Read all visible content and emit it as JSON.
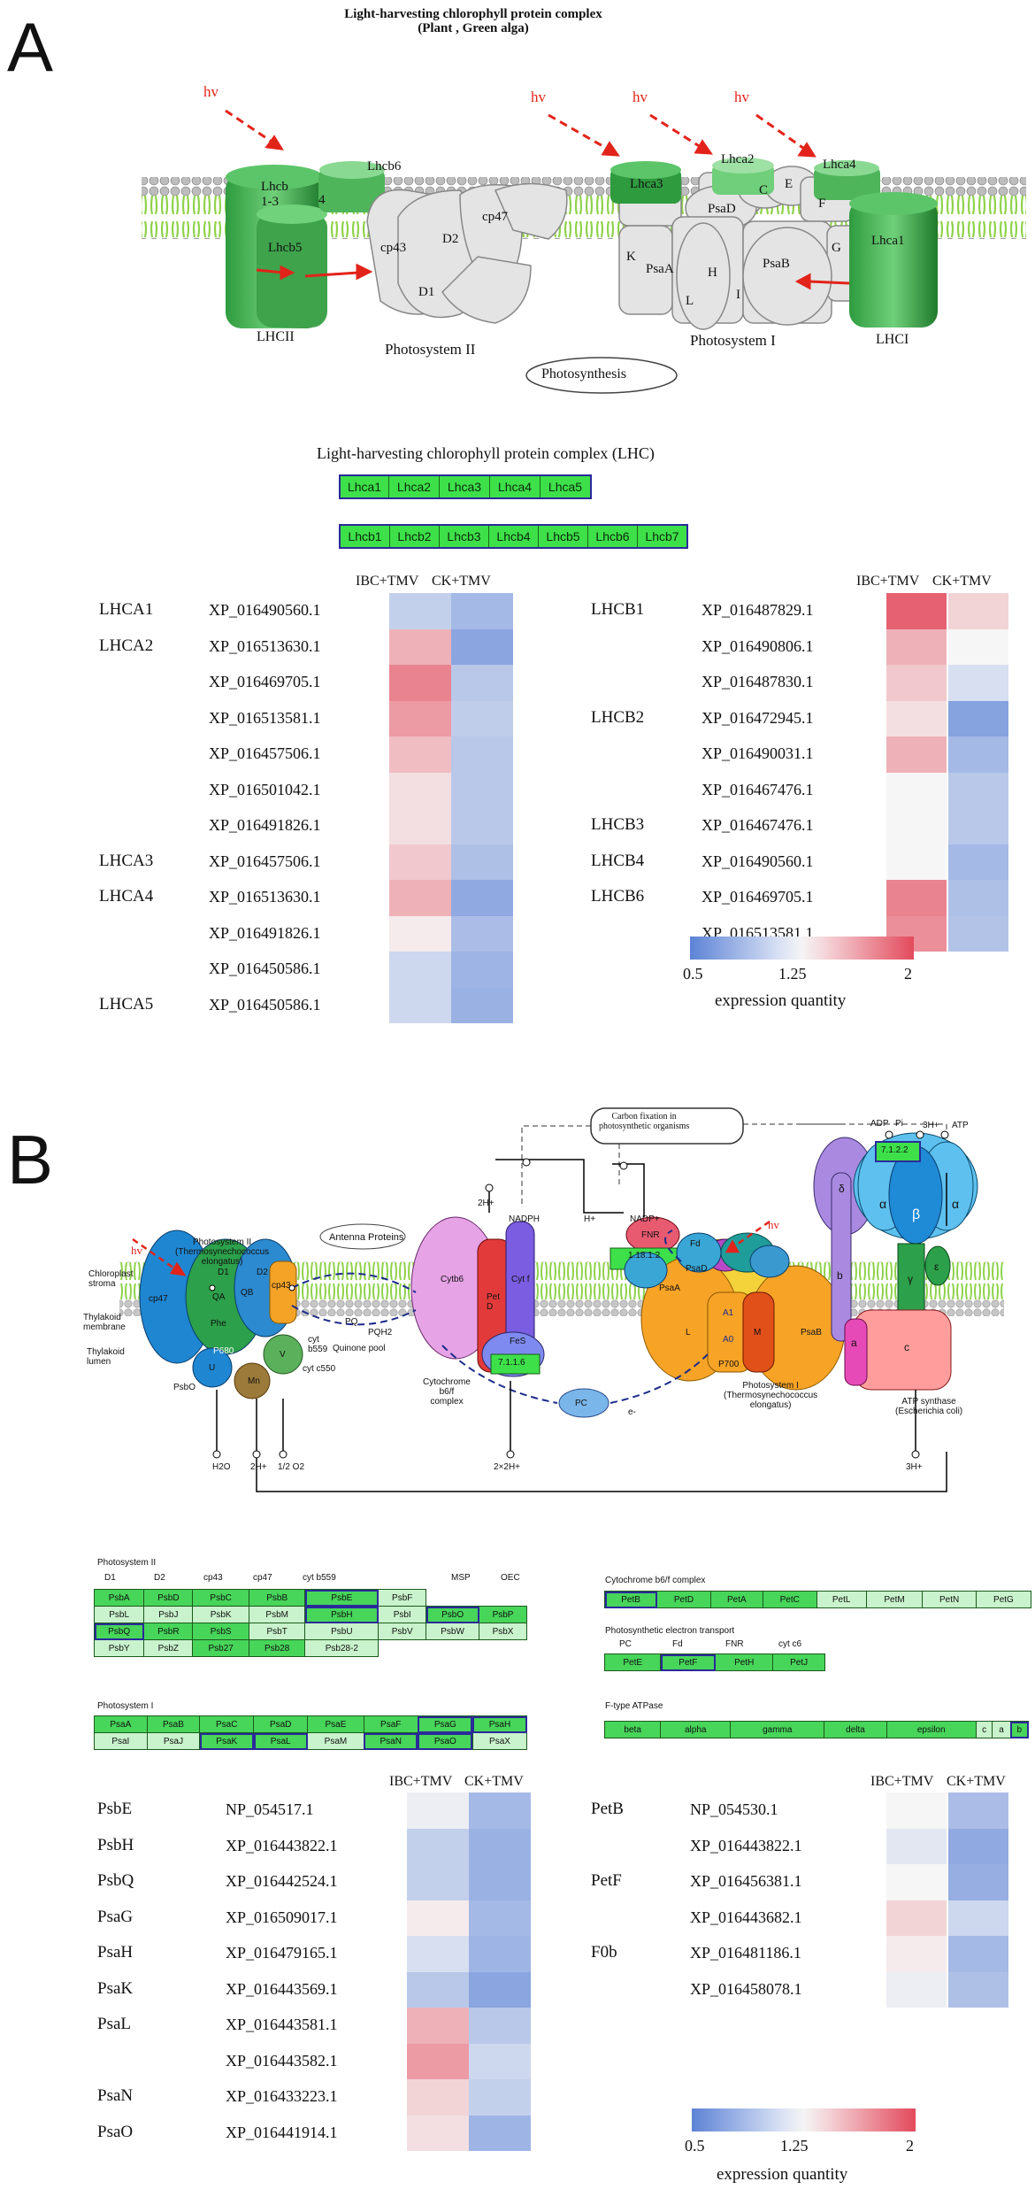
{
  "panelA": {
    "letter": "A",
    "title_line1": "Light-harvesting chlorophyll protein complex",
    "title_line2": "(Plant , Green alga)",
    "hv": "hv",
    "labels": {
      "lhcb13": "Lhcb\n1-3",
      "lhcb5": "Lhcb5",
      "lhcb6": "Lhcb6",
      "four": "4",
      "cp43": "cp43",
      "cp47": "cp47",
      "d1": "D1",
      "d2": "D2",
      "lhca3": "Lhca3",
      "lhca2": "Lhca2",
      "lhca4": "Lhca4",
      "lhca1": "Lhca1",
      "psad": "PsaD",
      "c": "C",
      "e": "E",
      "f": "F",
      "k": "K",
      "psaa": "PsaA",
      "h": "H",
      "psab": "PsaB",
      "l": "L",
      "i": "I",
      "g": "G",
      "lhcii": "LHCII",
      "ps2": "Photosystem II",
      "ps1": "Photosystem I",
      "lhci": "LHCI",
      "photosynthesis": "Photosynthesis"
    },
    "lhc_title": "Light-harvesting chlorophyll protein complex (LHC)",
    "lhca_row": [
      "Lhca1",
      "Lhca2",
      "Lhca3",
      "Lhca4",
      "Lhca5"
    ],
    "lhcb_row": [
      "Lhcb1",
      "Lhcb2",
      "Lhcb3",
      "Lhcb4",
      "Lhcb5",
      "Lhcb6",
      "Lhcb7"
    ],
    "col_headers": [
      "IBC+TMV",
      "CK+TMV"
    ],
    "left_heatmap": [
      {
        "gene": "LHCA1",
        "acc": "XP_016490560.1",
        "ibc": 1.0,
        "ck": 0.85
      },
      {
        "gene": "LHCA2",
        "acc": "XP_016513630.1",
        "ibc": 1.55,
        "ck": 0.72
      },
      {
        "gene": "",
        "acc": "XP_016469705.1",
        "ibc": 1.75,
        "ck": 0.95
      },
      {
        "gene": "",
        "acc": "XP_016513581.1",
        "ibc": 1.65,
        "ck": 0.98
      },
      {
        "gene": "",
        "acc": "XP_016457506.1",
        "ibc": 1.5,
        "ck": 0.95
      },
      {
        "gene": "",
        "acc": "XP_016501042.1",
        "ibc": 1.35,
        "ck": 0.95
      },
      {
        "gene": "",
        "acc": "XP_016491826.1",
        "ibc": 1.35,
        "ck": 0.95
      },
      {
        "gene": "LHCA3",
        "acc": "XP_016457506.1",
        "ibc": 1.45,
        "ck": 0.9
      },
      {
        "gene": "LHCA4",
        "acc": "XP_016513630.1",
        "ibc": 1.55,
        "ck": 0.75
      },
      {
        "gene": "",
        "acc": "XP_016491826.1",
        "ibc": 1.3,
        "ck": 0.88
      },
      {
        "gene": "",
        "acc": "XP_016450586.1",
        "ibc": 1.05,
        "ck": 0.82
      },
      {
        "gene": "LHCA5",
        "acc": "XP_016450586.1",
        "ibc": 1.05,
        "ck": 0.8
      }
    ],
    "right_heatmap": [
      {
        "gene": "LHCB1",
        "acc": "XP_016487829.1",
        "ibc": 1.9,
        "ck": 1.4
      },
      {
        "gene": "",
        "acc": "XP_016490806.1",
        "ibc": 1.55,
        "ck": 1.25
      },
      {
        "gene": "",
        "acc": "XP_016487830.1",
        "ibc": 1.45,
        "ck": 1.1
      },
      {
        "gene": "LHCB2",
        "acc": "XP_016472945.1",
        "ibc": 1.35,
        "ck": 0.7
      },
      {
        "gene": "",
        "acc": "XP_016490031.1",
        "ibc": 1.55,
        "ck": 0.85
      },
      {
        "gene": "",
        "acc": "XP_016467476.1",
        "ibc": 1.25,
        "ck": 0.95
      },
      {
        "gene": "LHCB3",
        "acc": "XP_016467476.1",
        "ibc": 1.25,
        "ck": 0.95
      },
      {
        "gene": "LHCB4",
        "acc": "XP_016490560.1",
        "ibc": 1.25,
        "ck": 0.85
      },
      {
        "gene": "LHCB6",
        "acc": "XP_016469705.1",
        "ibc": 1.75,
        "ck": 0.9
      },
      {
        "gene": "",
        "acc": "XP_016513581.1",
        "ibc": 1.7,
        "ck": 0.92
      }
    ],
    "legend": {
      "min": "0.5",
      "mid": "1.25",
      "max": "2",
      "label": "expression quantity"
    }
  },
  "panelB": {
    "letter": "B",
    "hv": "hv",
    "diagram_labels": {
      "carbon_fixation": "Carbon fixation in\nphotosynthetic organisms",
      "adp": "ADP",
      "pi": "Pi",
      "h3": "3H+",
      "atp": "ATP",
      "nadph": "NADPH",
      "hnadp": "H+",
      "nadp": "NADP+",
      "antenna": "Antenna Proteins",
      "ps2title": "Photosystem II\n(Thermosynechococcus\nelongatus)",
      "stroma": "Chloroplast\nstroma",
      "thylakoid_membrane": "Thylakoid\nmembrane",
      "thylakoid_lumen": "Thylakoid\nlumen",
      "cp47": "cp47",
      "d1": "D1",
      "d2": "D2",
      "cp43": "cp43",
      "qa": "QA",
      "qb": "QB",
      "pheo": "Phe",
      "p680": "P680",
      "pq": "PQ",
      "pqh2": "PQH2",
      "quinone_pool": "Quinone pool",
      "u": "U",
      "v": "V",
      "psbo": "PsbO",
      "mn": "Mn",
      "cytb559": "cyt\nb559",
      "cytc550": "cyt c550",
      "h2o": "H2O",
      "twoh": "2H+",
      "halfo2": "1/2 O2",
      "twoh_top": "2H+",
      "cytb6": "Cytb6",
      "petd": "Pet\nD",
      "cytf": "Cyt f",
      "fes": "FeS",
      "ec7116": "7.1.1.6",
      "cyt_complex": "Cytochrome\nb6/f\ncomplex",
      "twotwoh": "2×2H+",
      "pc": "PC",
      "eminus": "e-",
      "fnr": "FNR",
      "ec18112": "1.18.1.2",
      "fd": "Fd",
      "psad": "PsaD",
      "psaa": "PsaA",
      "psab": "PsaB",
      "l": "L",
      "m": "M",
      "a1": "A1",
      "a0": "A0",
      "p700": "P700",
      "ps1title": "Photosystem I\n(Thermosynechococcus\nelongatus)",
      "ec7122": "7.1.2.2",
      "alpha": "α",
      "beta": "β",
      "gamma": "γ",
      "delta": "δ",
      "epsilon": "ε",
      "b": "b",
      "a": "a",
      "c": "c",
      "atp_synthase": "ATP synthase\n(Escherichia coli)",
      "h3b": "3H+"
    },
    "ps2_table": {
      "title": "Photosystem II",
      "headers": [
        "D1",
        "D2",
        "cp43",
        "cp47",
        "cyt b559",
        "",
        "",
        "MSP",
        "OEC"
      ],
      "rows": [
        [
          "PsbA",
          "PsbD",
          "PsbC",
          "PsbB",
          "PsbE",
          "PsbF"
        ],
        [
          "PsbL",
          "PsbJ",
          "PsbK",
          "PsbM",
          "PsbH",
          "PsbI",
          "PsbO",
          "PsbP"
        ],
        [
          "PsbQ",
          "PsbR",
          "PsbS",
          "PsbT",
          "PsbU",
          "PsbV",
          "PsbW",
          "PsbX"
        ],
        [
          "PsbY",
          "PsbZ",
          "Psb27",
          "Psb28",
          "Psb28-2"
        ]
      ]
    },
    "ps1_table": {
      "title": "Photosystem I",
      "rows": [
        [
          "PsaA",
          "PsaB",
          "PsaC",
          "PsaD",
          "PsaE",
          "PsaF",
          "PsaG",
          "PsaH"
        ],
        [
          "PsaI",
          "PsaJ",
          "PsaK",
          "PsaL",
          "PsaM",
          "PsaN",
          "PsaO",
          "PsaX"
        ]
      ]
    },
    "cyt_table": {
      "title": "Cytochrome b6/f complex",
      "row": [
        "PetB",
        "PetD",
        "PetA",
        "PetC",
        "PetL",
        "PetM",
        "PetN",
        "PetG"
      ]
    },
    "pet_table": {
      "title": "Photosynthetic electron transport",
      "headers": [
        "PC",
        "Fd",
        "FNR",
        "cyt c6"
      ],
      "row": [
        "PetE",
        "PetF",
        "PetH",
        "PetJ"
      ]
    },
    "atp_table": {
      "title": "F-type ATPase",
      "row": [
        "beta",
        "alpha",
        "gamma",
        "delta",
        "epsilon",
        "c",
        "a",
        "b"
      ]
    },
    "col_headers": [
      "IBC+TMV",
      "CK+TMV"
    ],
    "left_heatmap": [
      {
        "gene": "PsbE",
        "acc": "NP_054517.1",
        "ibc": 1.2,
        "ck": 0.85
      },
      {
        "gene": "PsbH",
        "acc": "XP_016443822.1",
        "ibc": 1.0,
        "ck": 0.8
      },
      {
        "gene": "PsbQ",
        "acc": "XP_016442524.1",
        "ibc": 1.0,
        "ck": 0.8
      },
      {
        "gene": "PsaG",
        "acc": "XP_016509017.1",
        "ibc": 1.3,
        "ck": 0.85
      },
      {
        "gene": "PsaH",
        "acc": "XP_016479165.1",
        "ibc": 1.1,
        "ck": 0.82
      },
      {
        "gene": "PsaK",
        "acc": "XP_016443569.1",
        "ibc": 0.95,
        "ck": 0.72
      },
      {
        "gene": "PsaL",
        "acc": "XP_016443581.1",
        "ibc": 1.55,
        "ck": 0.95
      },
      {
        "gene": "",
        "acc": "XP_016443582.1",
        "ibc": 1.65,
        "ck": 1.05
      },
      {
        "gene": "PsaN",
        "acc": "XP_016433223.1",
        "ibc": 1.4,
        "ck": 1.0
      },
      {
        "gene": "PsaO",
        "acc": "XP_016441914.1",
        "ibc": 1.35,
        "ck": 0.82
      }
    ],
    "right_heatmap": [
      {
        "gene": "PetB",
        "acc": "NP_054530.1",
        "ibc": 1.25,
        "ck": 0.88
      },
      {
        "gene": "",
        "acc": "XP_016443822.1",
        "ibc": 1.15,
        "ck": 0.75
      },
      {
        "gene": "PetF",
        "acc": "XP_016456381.1",
        "ibc": 1.25,
        "ck": 0.78
      },
      {
        "gene": "",
        "acc": "XP_016443682.1",
        "ibc": 1.4,
        "ck": 1.05
      },
      {
        "gene": "F0b",
        "acc": "XP_016481186.1",
        "ibc": 1.3,
        "ck": 0.85
      },
      {
        "gene": "",
        "acc": "XP_016458078.1",
        "ibc": 1.2,
        "ck": 0.9
      }
    ],
    "legend": {
      "min": "0.5",
      "mid": "1.25",
      "max": "2",
      "label": "expression quantity"
    }
  }
}
